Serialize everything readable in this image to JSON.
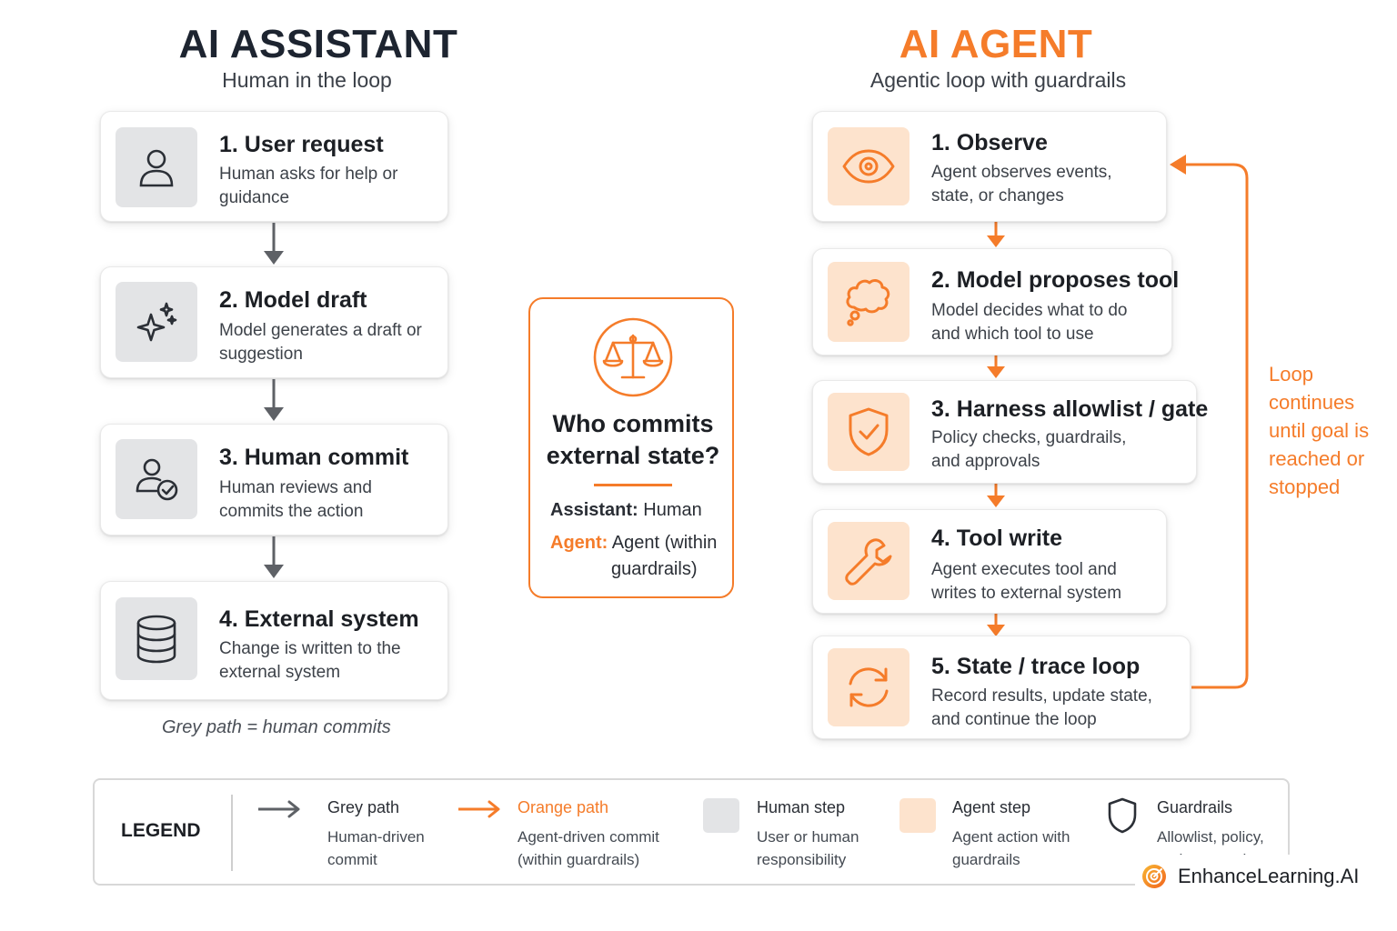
{
  "assistant": {
    "title": "AI ASSISTANT",
    "subtitle": "Human in the loop",
    "steps": [
      {
        "title": "1. User request",
        "desc": "Human asks for help or guidance",
        "icon": "user-icon"
      },
      {
        "title": "2. Model draft",
        "desc": "Model generates a draft or suggestion",
        "icon": "sparkle-icon"
      },
      {
        "title": "3. Human commit",
        "desc": "Human reviews and commits the action",
        "icon": "user-check-icon"
      },
      {
        "title": "4. External system",
        "desc": "Change is written to the external system",
        "icon": "database-icon"
      }
    ],
    "note": "Grey path = human commits"
  },
  "center": {
    "icon": "scales-icon",
    "question": "Who commits external state?",
    "assistant_label": "Assistant:",
    "assistant_value": " Human",
    "agent_label": "Agent:",
    "agent_value": " Agent (within guardrails)"
  },
  "agent": {
    "title": "AI AGENT",
    "subtitle": "Agentic loop with guardrails",
    "steps": [
      {
        "title": "1. Observe",
        "desc": "Agent observes events, state, or changes",
        "icon": "eye-icon"
      },
      {
        "title": "2. Model proposes tool",
        "desc": "Model decides what to do and which tool to use",
        "icon": "thought-cloud-icon"
      },
      {
        "title": "3. Harness allowlist / gate",
        "desc": "Policy checks, guardrails, and approvals",
        "icon": "shield-check-icon"
      },
      {
        "title": "4. Tool write",
        "desc": "Agent executes tool and writes to external system",
        "icon": "wrench-icon"
      },
      {
        "title": "5. State / trace loop",
        "desc": "Record results, update state, and continue the loop",
        "icon": "refresh-icon"
      }
    ],
    "loop_note": "Loop continues until goal is reached or stopped"
  },
  "legend": {
    "title": "LEGEND",
    "items": [
      {
        "title": "Grey path",
        "desc": "Human-driven commit"
      },
      {
        "title": "Orange path",
        "desc": "Agent-driven commit (within guardrails)"
      },
      {
        "title": "Human step",
        "desc": "User or human responsibility"
      },
      {
        "title": "Agent step",
        "desc": "Agent action with guardrails"
      },
      {
        "title": "Guardrails",
        "desc": "Allowlist, policy, and approvals"
      }
    ]
  },
  "brand": {
    "name": "EnhanceLearning.AI"
  },
  "colors": {
    "accent": "#f57c2a",
    "grey_path": "#5e6166",
    "human_step": "#e3e4e6",
    "agent_step": "#fde3cd"
  }
}
